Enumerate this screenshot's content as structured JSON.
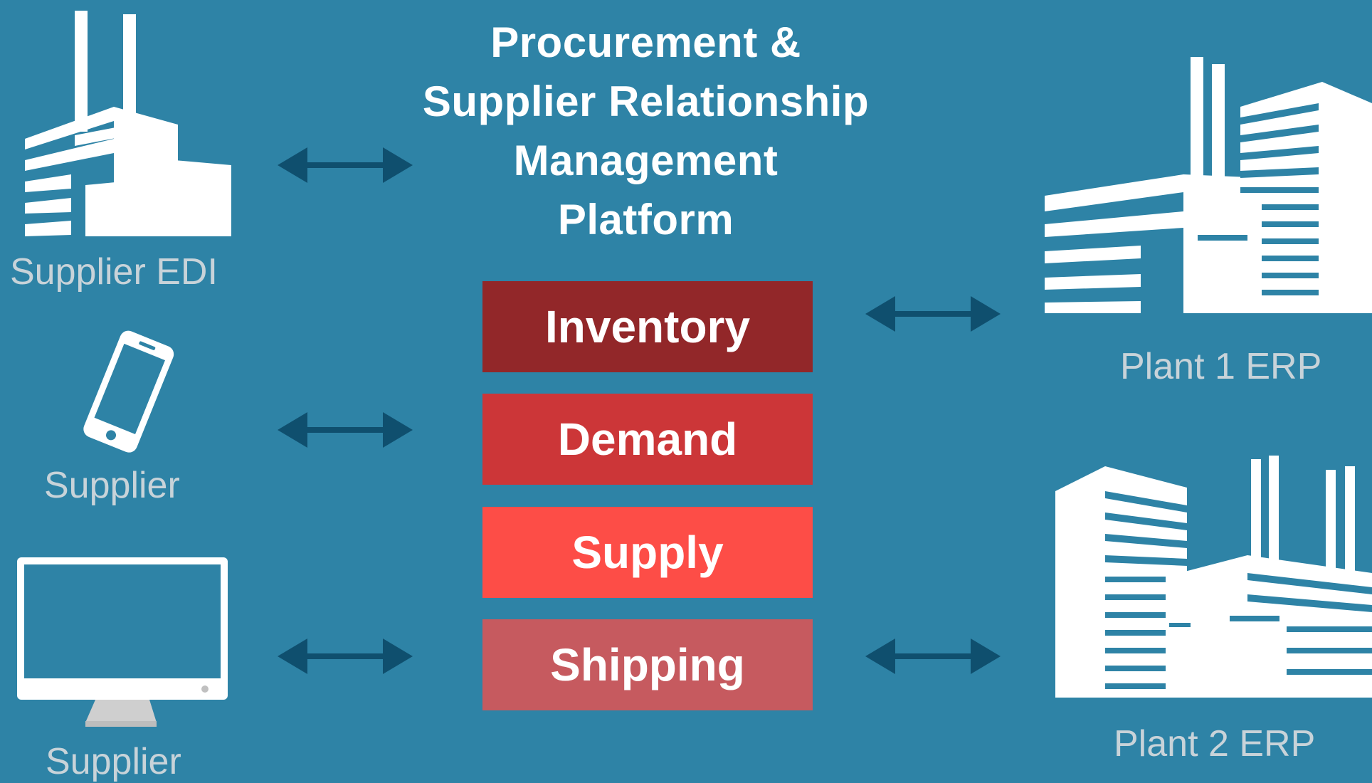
{
  "platform": {
    "title_lines": [
      "Procurement &",
      "Supplier Relationship",
      "Management",
      "Platform"
    ]
  },
  "modules": [
    {
      "label": "Inventory",
      "color": "#922729"
    },
    {
      "label": "Demand",
      "color": "#cc3638"
    },
    {
      "label": "Supply",
      "color": "#fd4d47"
    },
    {
      "label": "Shipping",
      "color": "#c65a5f"
    }
  ],
  "endpoints": {
    "left": [
      {
        "label": "Supplier EDI",
        "icon": "factory-icon"
      },
      {
        "label": "Supplier",
        "icon": "mobile-phone-icon"
      },
      {
        "label": "Supplier",
        "icon": "desktop-monitor-icon"
      }
    ],
    "right": [
      {
        "label": "Plant 1 ERP",
        "icon": "plant-building-icon"
      },
      {
        "label": "Plant 2 ERP",
        "icon": "plant-building-icon"
      }
    ]
  },
  "colors": {
    "background": "#2e83a6",
    "arrow": "#0f4f6e",
    "icon": "#ffffff",
    "label": "#c8d3d9"
  }
}
